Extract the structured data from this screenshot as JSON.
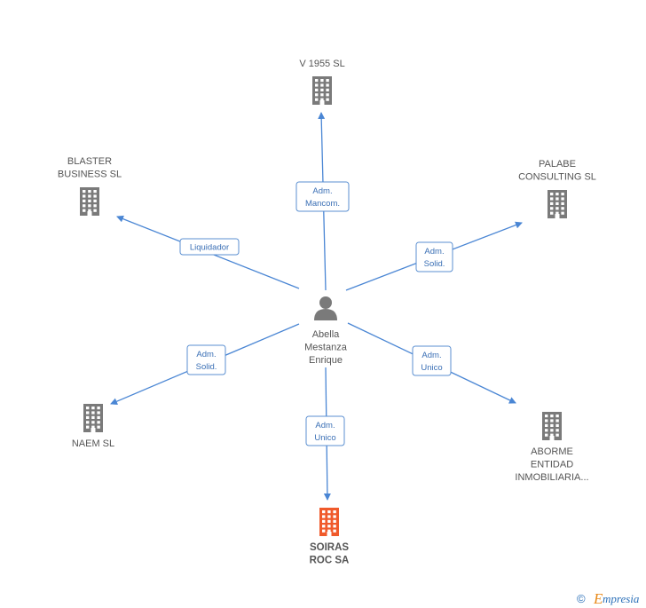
{
  "colors": {
    "building": "#7a7a7a",
    "focus_building": "#f05a2b",
    "person": "#7a7a7a",
    "edge": "#4a86d4",
    "edge_label": "#3a6fb5"
  },
  "center": {
    "name": [
      "Abella",
      "Mestanza",
      "Enrique"
    ],
    "icon": "person-icon"
  },
  "companies": [
    {
      "id": "v1955",
      "name": [
        "V 1955 SL"
      ],
      "icon": "building-icon",
      "focus": false
    },
    {
      "id": "palabe",
      "name": [
        "PALABE",
        "CONSULTING SL"
      ],
      "icon": "building-icon",
      "focus": false
    },
    {
      "id": "aborme",
      "name": [
        "ABORME",
        "ENTIDAD",
        "INMOBILIARIA..."
      ],
      "icon": "building-icon",
      "focus": false
    },
    {
      "id": "soiras",
      "name": [
        "SOIRAS",
        "ROC SA"
      ],
      "icon": "building-icon",
      "focus": true
    },
    {
      "id": "naem",
      "name": [
        "NAEM SL"
      ],
      "icon": "building-icon",
      "focus": false
    },
    {
      "id": "blaster",
      "name": [
        "BLASTER",
        "BUSINESS SL"
      ],
      "icon": "building-icon",
      "focus": false
    }
  ],
  "edges": [
    {
      "to": "v1955",
      "label": [
        "Adm.",
        "Mancom."
      ]
    },
    {
      "to": "palabe",
      "label": [
        "Adm.",
        "Solid."
      ]
    },
    {
      "to": "aborme",
      "label": [
        "Adm.",
        "Unico"
      ]
    },
    {
      "to": "soiras",
      "label": [
        "Adm.",
        "Unico"
      ]
    },
    {
      "to": "naem",
      "label": [
        "Adm.",
        "Solid."
      ]
    },
    {
      "to": "blaster",
      "label": [
        "Liquidador"
      ]
    }
  ],
  "watermark": {
    "copyright": "©",
    "brand_initial": "E",
    "brand_rest": "mpresia"
  }
}
